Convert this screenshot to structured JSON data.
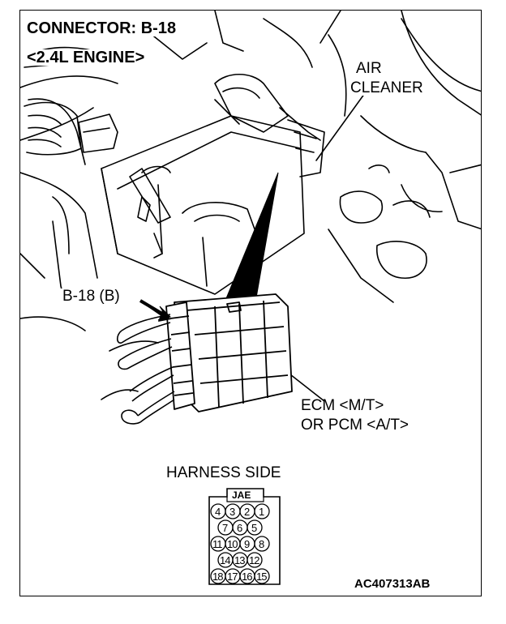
{
  "header": {
    "connector": "CONNECTOR: B-18",
    "engine": "<2.4L ENGINE>"
  },
  "labels": {
    "air_cleaner_line1": "AIR",
    "air_cleaner_line2": "CLEANER",
    "connector_pointer": "B-18 (B)",
    "ecm_line1": "ECM <M/T>",
    "ecm_line2": "OR PCM <A/T>",
    "harness_side": "HARNESS SIDE",
    "connector_code": "JAE",
    "figure_id": "AC407313AB"
  },
  "pins": {
    "row1": [
      "4",
      "3",
      "2",
      "1"
    ],
    "row2": [
      "7",
      "6",
      "5"
    ],
    "row3": [
      "11",
      "10",
      "9",
      "8"
    ],
    "row4": [
      "14",
      "13",
      "12"
    ],
    "row5": [
      "18",
      "17",
      "16",
      "15"
    ]
  },
  "colors": {
    "line": "#000000",
    "background": "#ffffff"
  }
}
